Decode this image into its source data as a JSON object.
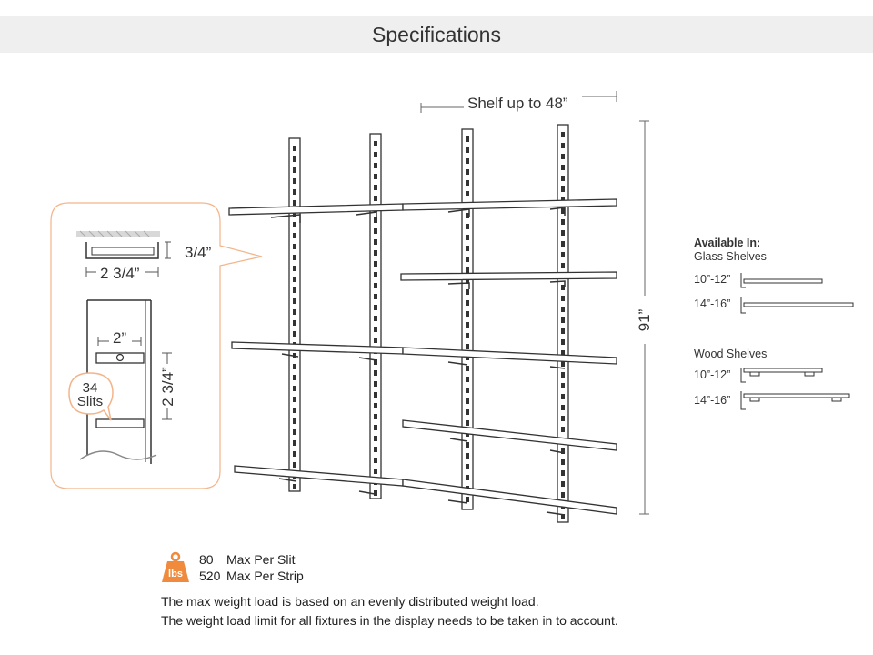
{
  "header": {
    "title": "Specifications"
  },
  "shelf_label": "Shelf up to 48”",
  "height_label": "91”",
  "detail": {
    "depth_label": "3/4”",
    "width_label": "2 3/4”",
    "slit_width_label": "2”",
    "slit_spacing_label": "2 3/4”",
    "slits_count": "34",
    "slits_word": "Slits"
  },
  "available": {
    "heading": "Available In:",
    "glass": {
      "title": "Glass Shelves",
      "sizes": [
        "10”-12”",
        "14”-16”"
      ]
    },
    "wood": {
      "title": "Wood Shelves",
      "sizes": [
        "10”-12”",
        "14”-16”"
      ]
    }
  },
  "weight": {
    "badge": "lbs",
    "rows": [
      {
        "value": "80",
        "label": "Max Per Slit"
      },
      {
        "value": "520",
        "label": "Max Per Strip"
      }
    ]
  },
  "notes": [
    "The max weight load is based on an evenly distributed weight load.",
    "The weight load limit for all fixtures in the display needs to be taken in to account."
  ],
  "colors": {
    "accent": "#f08a3c",
    "line": "#333333",
    "header_bg": "#efefef"
  }
}
